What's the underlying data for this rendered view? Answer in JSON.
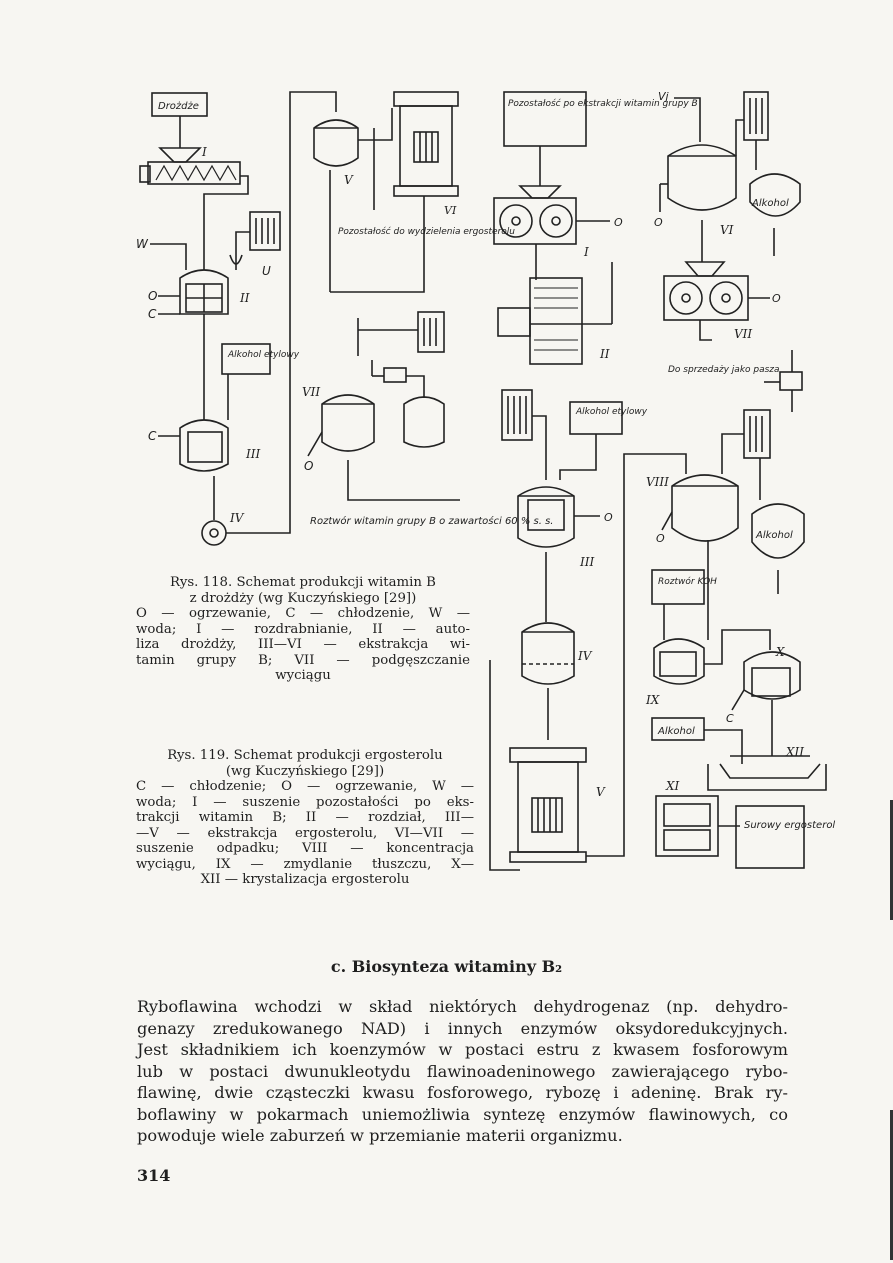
{
  "fig118": {
    "labels": {
      "drozdze": "Drożdże",
      "w": "W",
      "o": "O",
      "c": "C",
      "c2": "C",
      "o2": "O",
      "alkohol_etylowy": "Alkohol etylowy",
      "pozostalosc": "Pozostałość do wydzielenia ergosterolu",
      "roztwor": "Roztwór witamin grupy B o zawartości 60 % s. s."
    },
    "roman": {
      "i": "I",
      "ii": "II",
      "iii": "III",
      "iv": "IV",
      "v": "V",
      "vi": "VI",
      "vii": "VII"
    },
    "caption": [
      "Rys. 118. Schemat produkcji witamin B",
      "z drożdży (wg Kuczyńskiego [29])",
      "O — ogrzewanie, C — chłodzenie, W —",
      "woda; I — rozdrabnianie, II — auto-",
      "liza drożdży, III—VI — ekstrakcja wi-",
      "tamin grupy B; VII — podgęszczanie",
      "wyciągu"
    ]
  },
  "fig119": {
    "labels": {
      "pozostalosc": "Pozostałość po ekstrakcji witamin grupy B",
      "vj": "Vj",
      "o1": "O",
      "o2": "O",
      "o3": "O",
      "o4": "O",
      "o5": "O",
      "c": "C",
      "alkohol1": "Alkohol",
      "alkohol2": "Alkohol",
      "alkohol3": "Alkohol",
      "alkohol_etylowy": "Alkohol etylowy",
      "do_sprzedazy": "Do sprzedaży jako pasza",
      "roztwor_koh": "Roztwór KOH",
      "surowy": "Surowy ergosterol"
    },
    "roman": {
      "i": "I",
      "ii": "II",
      "iii": "III",
      "iv": "IV",
      "v": "V",
      "vi": "VI",
      "vii": "VII",
      "viii": "VIII",
      "ix": "IX",
      "x": "X",
      "xi": "XI",
      "xii": "XII"
    },
    "caption": [
      "Rys. 119. Schemat produkcji ergosterolu",
      "(wg Kuczyńskiego [29])",
      "C — chłodzenie; O — ogrzewanie, W —",
      "woda; I — suszenie pozostałości po eks-",
      "trakcji witamin B; II — rozdział, III—",
      "—V — ekstrakcja ergosterolu, VI—VII —",
      "suszenie odpadku; VIII — koncentracja",
      "wyciągu, IX — zmydlanie tłuszczu, X—",
      "XII — krystalizacja ergosterolu"
    ]
  },
  "section": {
    "heading": "c. Biosynteza witaminy B₂",
    "paragraph": [
      "Ryboflawina wchodzi w skład niektórych dehydrogenaz (np. dehydro-",
      "genazy zredukowanego NAD) i innych enzymów oksydoredukcyjnych.",
      "Jest składnikiem ich koenzymów w postaci estru z kwasem fosforowym",
      "lub w postaci dwunukleotydu flawinoadeninowego zawierającego rybo-",
      "flawinę, dwie cząsteczki kwasu fosforowego, rybozę i adeninę. Brak ry-",
      "boflawiny w pokarmach uniemożliwia syntezę enzymów flawinowych, co",
      "powoduje wiele zaburzeń w przemianie materii organizmu."
    ]
  },
  "page_number": "314"
}
